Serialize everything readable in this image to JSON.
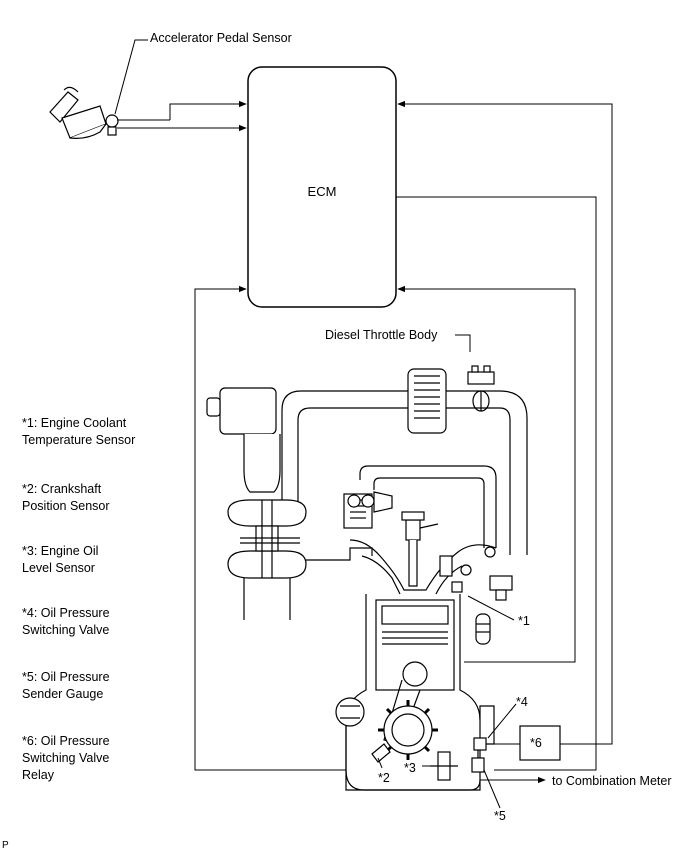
{
  "labels": {
    "accelerator": "Accelerator Pedal Sensor",
    "ecm": "ECM",
    "throttle": "Diesel Throttle Body",
    "to_meter": "to Combination Meter",
    "c1": "*1",
    "c2": "*2",
    "c3": "*3",
    "c4": "*4",
    "c5": "*5",
    "c6": "*6",
    "page_mark": "P"
  },
  "legend": [
    {
      "line1": "*1: Engine Coolant",
      "line2": "Temperature Sensor"
    },
    {
      "line1": "*2: Crankshaft",
      "line2": "Position Sensor"
    },
    {
      "line1": "*3: Engine Oil",
      "line2": "Level Sensor"
    },
    {
      "line1": "*4: Oil Pressure",
      "line2": "Switching Valve"
    },
    {
      "line1": "*5: Oil Pressure",
      "line2": "Sender Gauge"
    },
    {
      "line1": "*6: Oil Pressure",
      "line2": "Switching Valve",
      "line3": "Relay"
    }
  ]
}
